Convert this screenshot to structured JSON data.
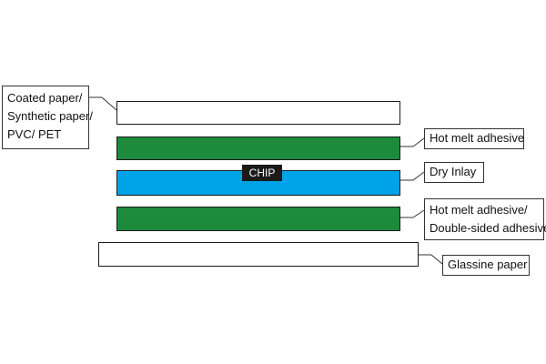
{
  "diagram": {
    "layers": [
      {
        "name": "top-cover",
        "color": "#ffffff"
      },
      {
        "name": "hot-melt-adhesive",
        "color": "#1e8a3c"
      },
      {
        "name": "dry-inlay",
        "color": "#00a2e8"
      },
      {
        "name": "hot-melt-or-double-sided",
        "color": "#1e8a3c"
      },
      {
        "name": "glassine",
        "color": "#ffffff"
      }
    ],
    "chip": {
      "label": "CHIP",
      "color": "#1a1a1a"
    },
    "labels": {
      "top_cover": {
        "line1": "Coated paper/",
        "line2": "Synthetic paper/",
        "line3": "PVC/ PET"
      },
      "hot_melt": {
        "line1": "Hot melt adhesive"
      },
      "dry_inlay": {
        "line1": "Dry Inlay"
      },
      "adhesive_bottom": {
        "line1": "Hot melt adhesive/",
        "line2": "Double-sided adhesive"
      },
      "glassine": {
        "line1": "Glassine paper"
      }
    }
  }
}
